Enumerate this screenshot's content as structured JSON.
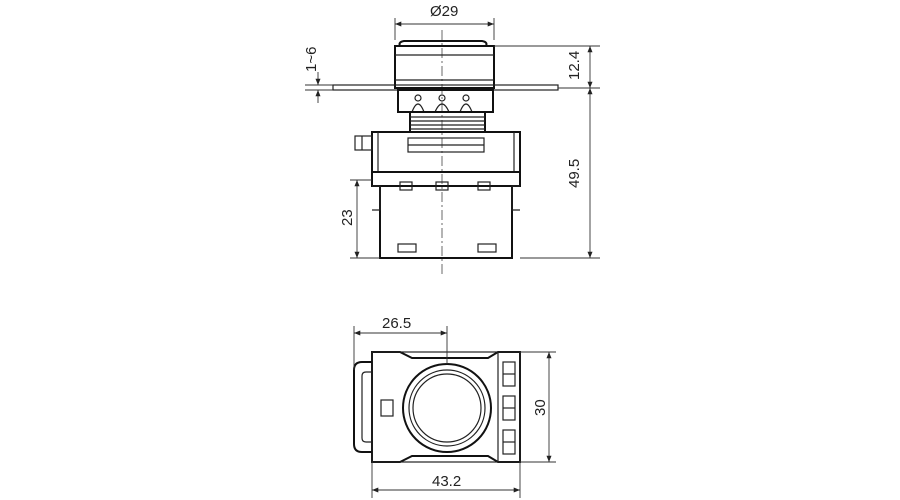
{
  "dimensions": {
    "head_diameter": "Ø29",
    "panel_thickness": "1~6",
    "head_height": "12.4",
    "total_height": "49.5",
    "contact_block_height": "23",
    "offset_width": "26.5",
    "body_width": "43.2",
    "body_depth": "30"
  },
  "colors": {
    "line": "#222222",
    "background": "#ffffff"
  }
}
